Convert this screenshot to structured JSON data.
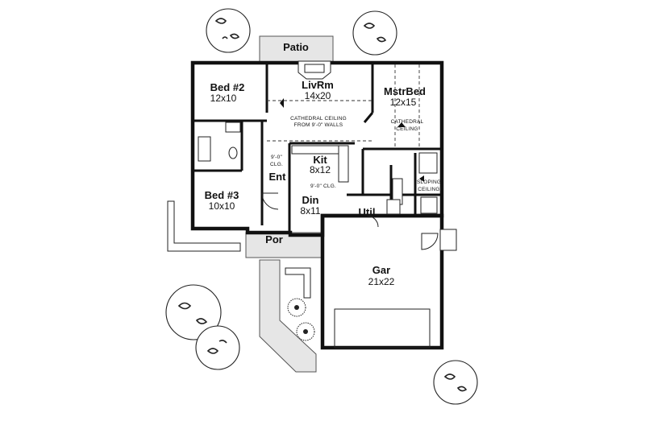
{
  "rooms": {
    "patio": {
      "name": "Patio"
    },
    "livrm": {
      "name": "LivRm",
      "size": "14x20"
    },
    "bed2": {
      "name": "Bed #2",
      "size": "12x10"
    },
    "bed3": {
      "name": "Bed #3",
      "size": "10x10"
    },
    "mstrbed": {
      "name": "MstrBed",
      "size": "12x15"
    },
    "kit": {
      "name": "Kit",
      "size": "8x12"
    },
    "din": {
      "name": "Din",
      "size": "8x11"
    },
    "ent": {
      "name": "Ent"
    },
    "util": {
      "name": "Util"
    },
    "por": {
      "name": "Por"
    },
    "gar": {
      "name": "Gar",
      "size": "21x22"
    }
  },
  "notes": {
    "livrm_ceiling_1": "CATHEDRAL CEILING",
    "livrm_ceiling_2": "FROM 9'-0\" WALLS",
    "mstr_ceiling_1": "CATHEDRAL",
    "mstr_ceiling_2": "CEILING",
    "hall_clg_1": "9'-0\"",
    "hall_clg_2": "CLG.",
    "kit_clg": "9'-0\" CLG.",
    "bath_ceiling_1": "SLOPING",
    "bath_ceiling_2": "CEILING"
  }
}
